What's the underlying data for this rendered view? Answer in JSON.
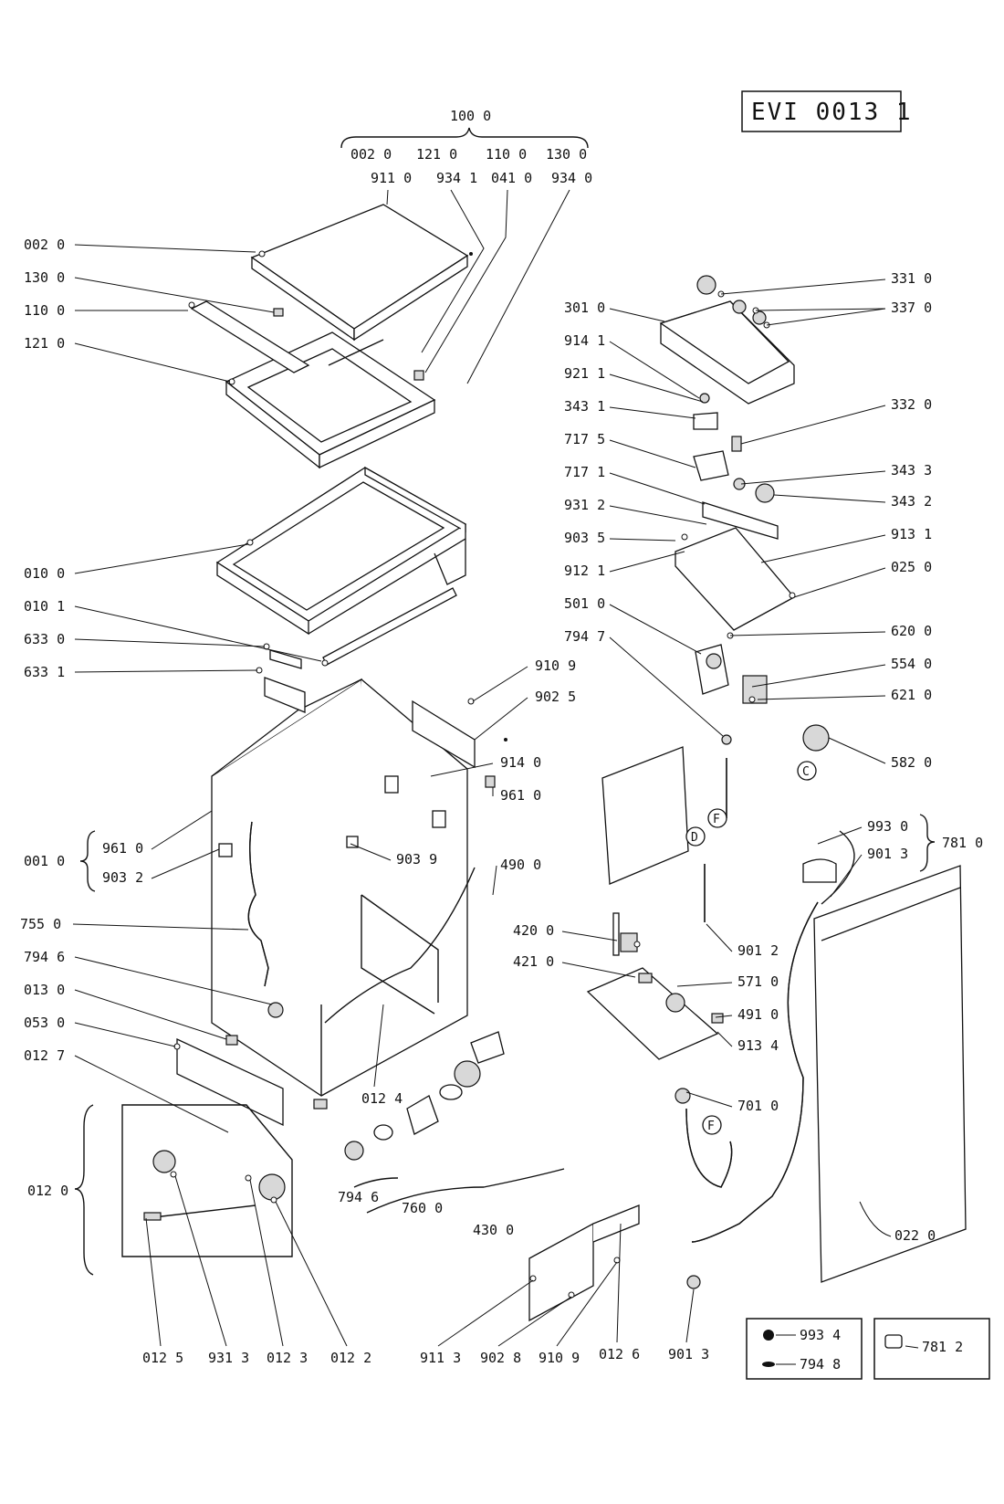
{
  "drawing_code": "EVI 0013 1",
  "group_top": {
    "title": "100 0",
    "row1": [
      "002 0",
      "121 0",
      "110 0",
      "130 0"
    ],
    "row2": [
      "911 0",
      "934 1",
      "041 0",
      "934 0"
    ]
  },
  "left_labels": [
    "002 0",
    "130 0",
    "110 0",
    "121 0",
    "010 0",
    "010 1",
    "633 0",
    "633 1",
    "755 0",
    "794 6",
    "013 0",
    "053 0",
    "012 7"
  ],
  "group_001": {
    "label": "001 0",
    "items": [
      "961 0",
      "903 2"
    ]
  },
  "group_012": {
    "label": "012 0"
  },
  "right_top_labels": {
    "left_col": [
      "301 0",
      "914 1",
      "921 1",
      "343 1",
      "717 5",
      "717 1",
      "931 2",
      "903 5",
      "912 1",
      "501 0",
      "794 7"
    ],
    "right_col": [
      "331 0",
      "337 0",
      "332 0",
      "343 3",
      "343 2",
      "913 1",
      "025 0",
      "620 0",
      "554 0",
      "621 0",
      "582 0"
    ]
  },
  "middle_labels": [
    "910 9",
    "902 5",
    "914 0",
    "961 0",
    "903 9",
    "490 0",
    "420 0",
    "421 0",
    "012 4"
  ],
  "lower_right_labels": [
    "901 2",
    "571 0",
    "491 0",
    "913 4",
    "701 0",
    "022 0",
    "901 3"
  ],
  "group_781": {
    "label": "781 0",
    "items": [
      "993 0",
      "901 3"
    ]
  },
  "bottom_labels": [
    "012 5",
    "931 3",
    "012 3",
    "012 2",
    "911 3",
    "902 8",
    "910 9",
    "012 6",
    "901 3"
  ],
  "pump_labels": {
    "a": "794 6",
    "b": "760 0",
    "c": "430 0"
  },
  "circle_markers": [
    "F",
    "D",
    "C",
    "F"
  ],
  "legend": {
    "box1": [
      "993 4",
      "794 8"
    ],
    "box2": [
      "781 2"
    ]
  }
}
